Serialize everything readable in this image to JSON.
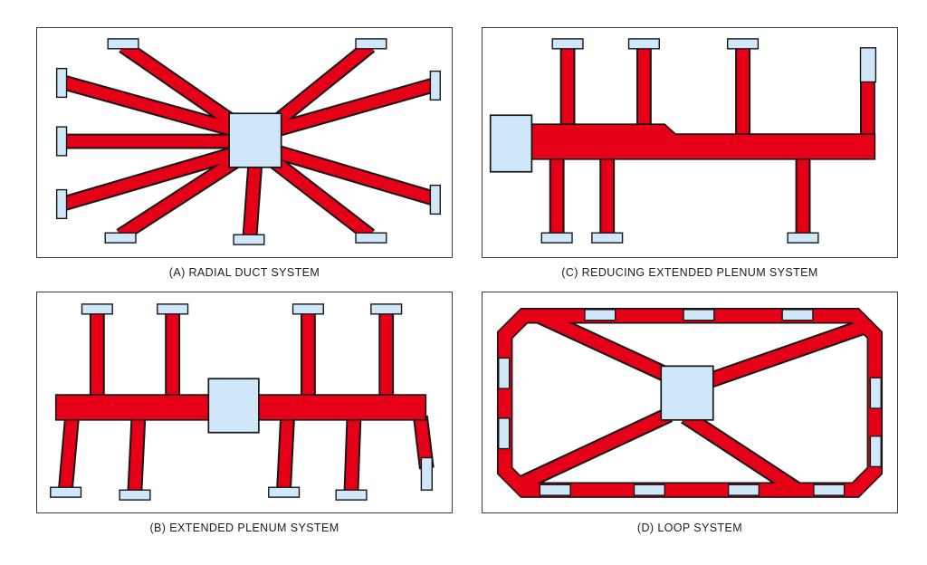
{
  "colors": {
    "duct": "#e60017",
    "register": "#cfe7f8",
    "outline": "#151515",
    "panel_border": "#3a3a3a",
    "caption": "#1c1c1c",
    "page_bg": "#ffffff"
  },
  "panels": [
    {
      "id": "A",
      "caption": "(A) RADIAL DUCT SYSTEM",
      "type": "radial"
    },
    {
      "id": "C",
      "caption": "(C) REDUCING EXTENDED PLENUM SYSTEM",
      "type": "reducing-extended-plenum"
    },
    {
      "id": "B",
      "caption": "(B) EXTENDED PLENUM SYSTEM",
      "type": "extended-plenum"
    },
    {
      "id": "D",
      "caption": "(D) LOOP SYSTEM",
      "type": "loop"
    }
  ]
}
